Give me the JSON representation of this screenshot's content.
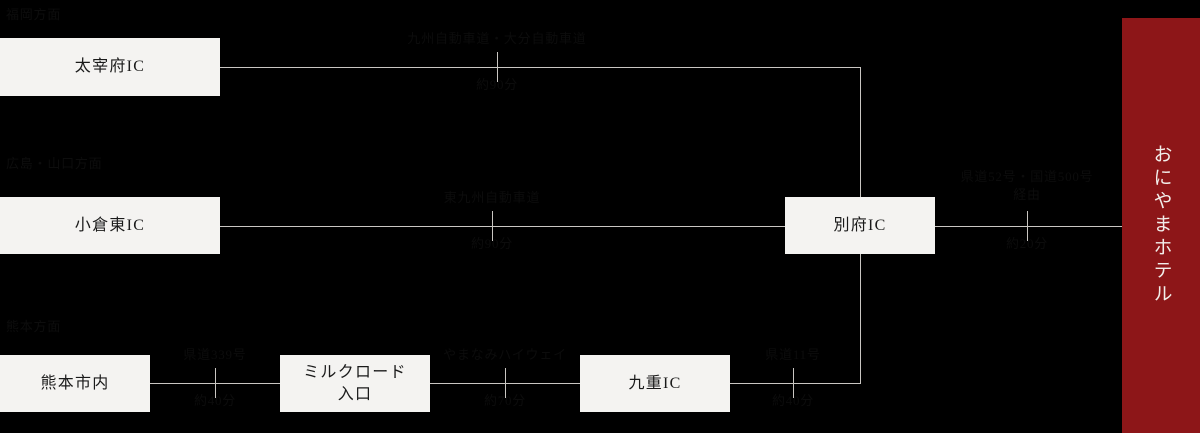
{
  "diagram": {
    "type": "access-route-map",
    "background_color": "#000000",
    "line_color": "#c9c6c2",
    "node_bg_color": "#f4f3f1",
    "node_text_color": "#1a1a1a",
    "caption_color": "#0c0c0c",
    "banner_color": "#8d1618"
  },
  "banner": {
    "label": "おにやまホテル"
  },
  "headings": {
    "route_fukuoka": "福岡方面",
    "route_hiroshima": "広島・山口方面",
    "route_kumamoto": "熊本方面"
  },
  "nodes": [
    {
      "id": "dazaifu",
      "label": "太宰府IC"
    },
    {
      "id": "kokura",
      "label": "小倉東IC"
    },
    {
      "id": "kumamoto",
      "label": "熊本市内"
    },
    {
      "id": "milkroad",
      "label": "ミルクロード\n入口"
    },
    {
      "id": "kokonoe",
      "label": "九重IC"
    },
    {
      "id": "beppu",
      "label": "別府IC"
    }
  ],
  "segments": [
    {
      "id": "seg-dazaifu-beppu",
      "road": "九州自動車道・大分自動車道",
      "duration": "約90分"
    },
    {
      "id": "seg-kokura-beppu",
      "road": "東九州自動車道",
      "duration": "約90分"
    },
    {
      "id": "seg-kumamoto-milkroad",
      "road": "県道339号",
      "duration": "約40分"
    },
    {
      "id": "seg-milkroad-kokonoe",
      "road": "やまなみハイウェイ",
      "duration": "約70分"
    },
    {
      "id": "seg-kokonoe-beppu",
      "road": "県道11号",
      "duration": "約40分"
    },
    {
      "id": "seg-beppu-hotel",
      "road": "県道52号・国道500号",
      "road2": "経由",
      "duration": "約20分"
    }
  ]
}
